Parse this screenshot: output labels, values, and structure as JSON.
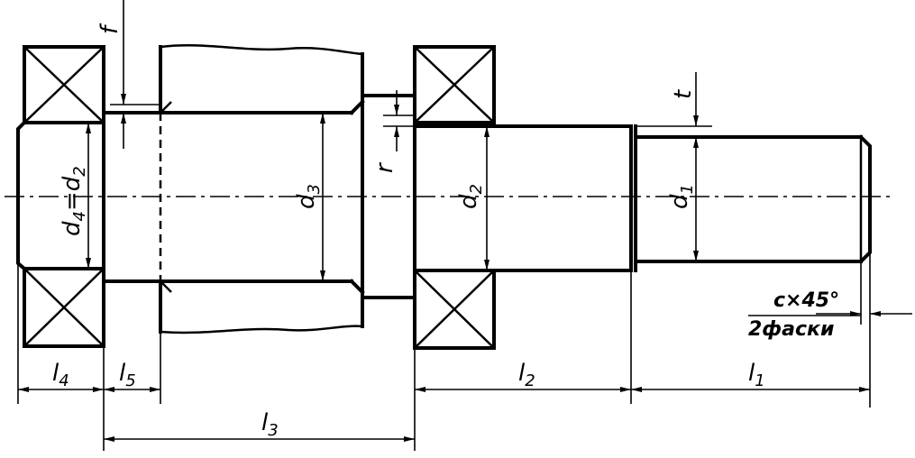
{
  "labels": {
    "f": "f",
    "t": "t",
    "r": "r",
    "d4_main": "d",
    "d4_sub": "4",
    "d4_eq": "=d",
    "d4_eq_sub": "2",
    "d3_main": "d",
    "d3_sub": "3",
    "d2_main": "d",
    "d2_sub": "2",
    "d1_main": "d",
    "d1_sub": "1",
    "l4_main": "l",
    "l4_sub": "4",
    "l5_main": "l",
    "l5_sub": "5",
    "l3_main": "l",
    "l3_sub": "3",
    "l2_main": "l",
    "l2_sub": "2",
    "l1_main": "l",
    "l1_sub": "1",
    "chamfer_line1": "c×45°",
    "chamfer_line2": "2фаски"
  }
}
